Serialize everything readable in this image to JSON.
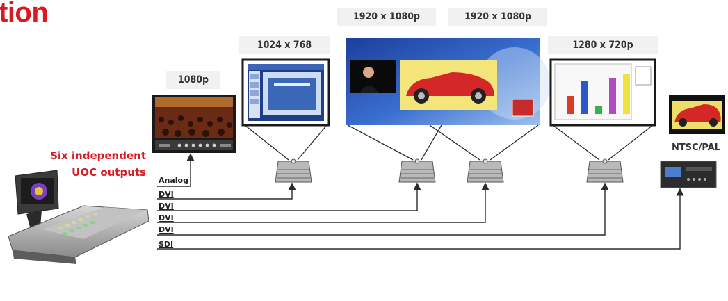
{
  "title": "tion",
  "callout": {
    "line1": "Six independent",
    "line2": "UOC outputs"
  },
  "resolutions": {
    "monitor": "1080p",
    "proj1": "1024 x 768",
    "wall_left": "1920 x 1080p",
    "wall_right": "1920 x 1080p",
    "proj4": "1280 x 720p",
    "ntsc": "NTSC/PAL"
  },
  "outputs": [
    "Analog",
    "DVI",
    "DVI",
    "DVI",
    "DVI",
    "SDI"
  ],
  "colors": {
    "accent": "#d81a23",
    "line": "#2b2b2b",
    "label_bg": "#f1f1f1"
  }
}
